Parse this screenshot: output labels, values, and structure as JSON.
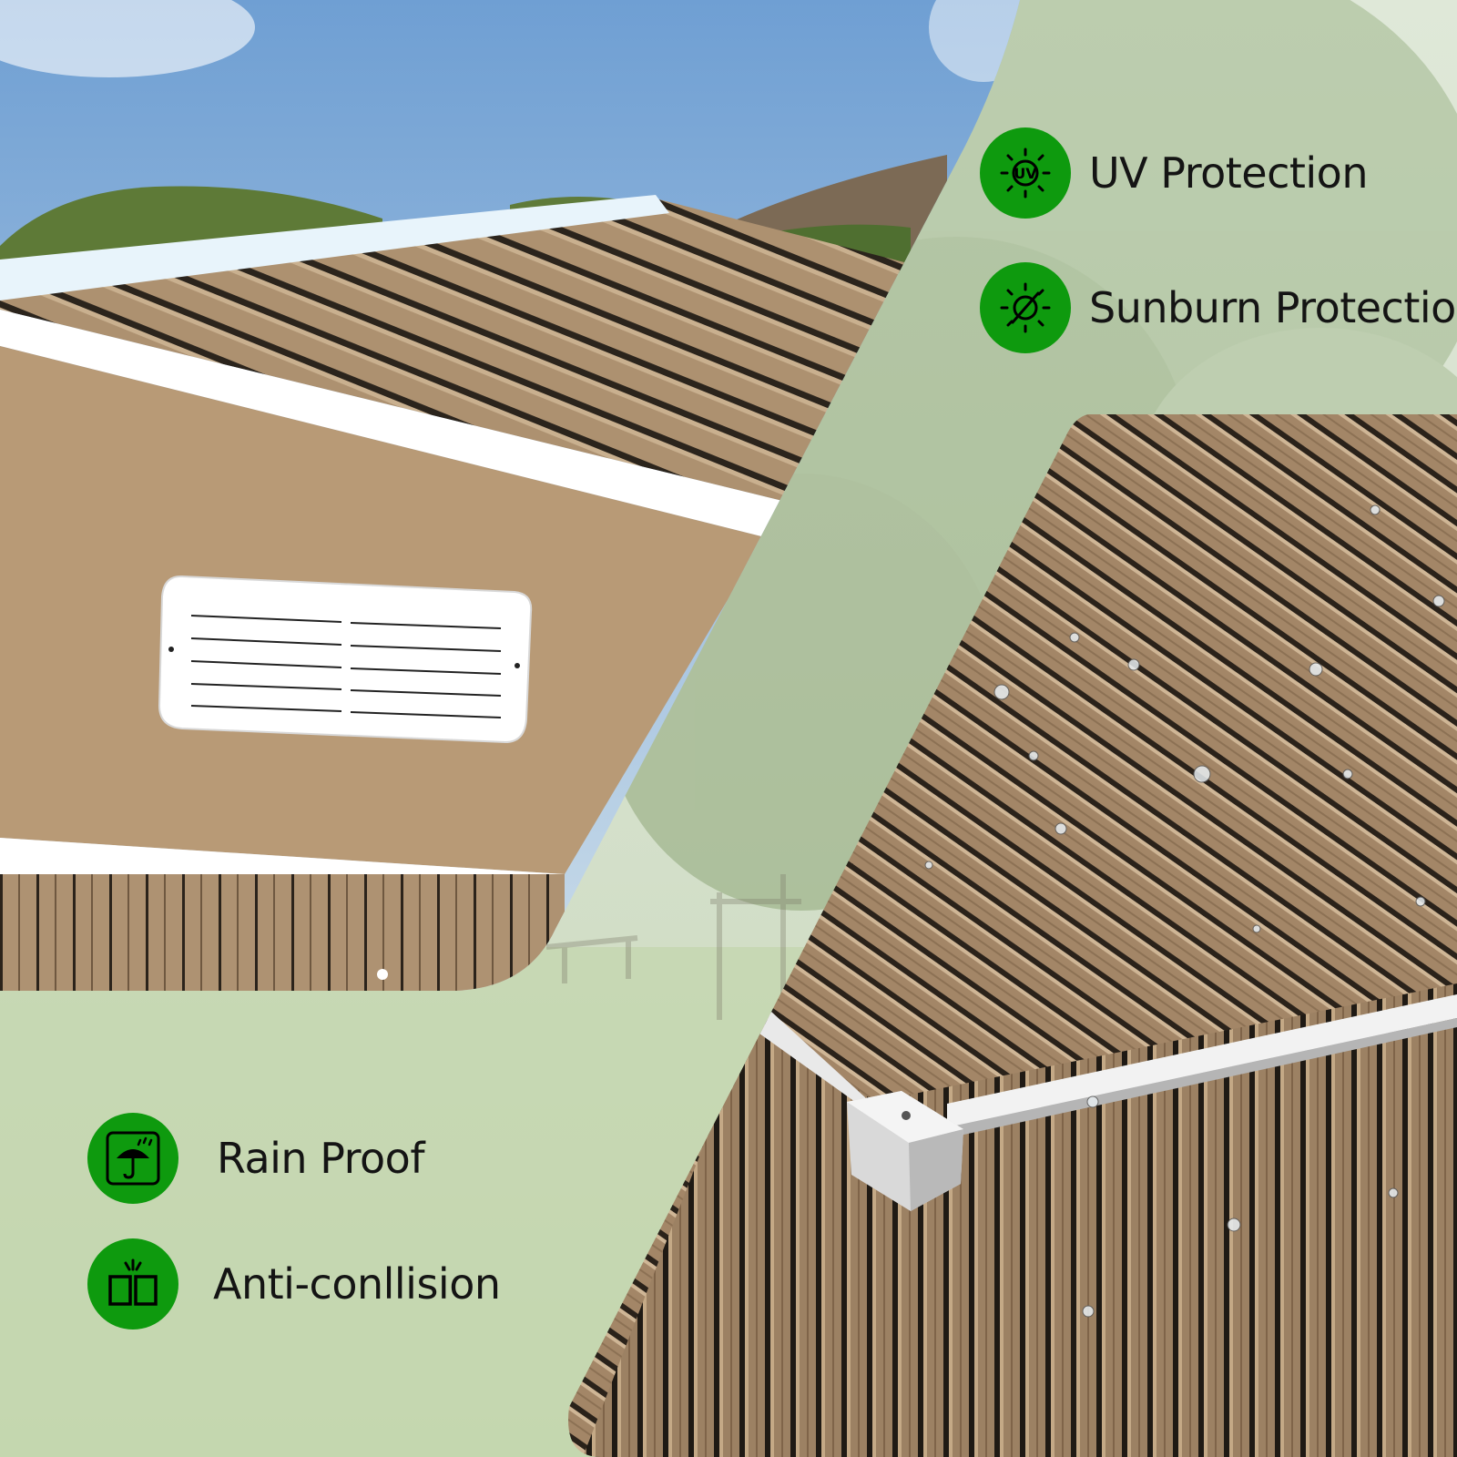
{
  "features": {
    "uv": {
      "label": "UV Protection",
      "icon": "uv-sun-icon"
    },
    "sunburn": {
      "label": "Sunburn Protection",
      "icon": "no-sun-icon"
    },
    "rain": {
      "label": "Rain Proof",
      "icon": "umbrella-rain-icon"
    },
    "collision": {
      "label": "Anti-conllision",
      "icon": "impact-box-icon"
    }
  },
  "colors": {
    "badge": "#0e9a0e",
    "panel": "#b89a76",
    "trim": "#ffffff",
    "sky": "#7aa7d6",
    "grass": "#b9d0a2"
  }
}
